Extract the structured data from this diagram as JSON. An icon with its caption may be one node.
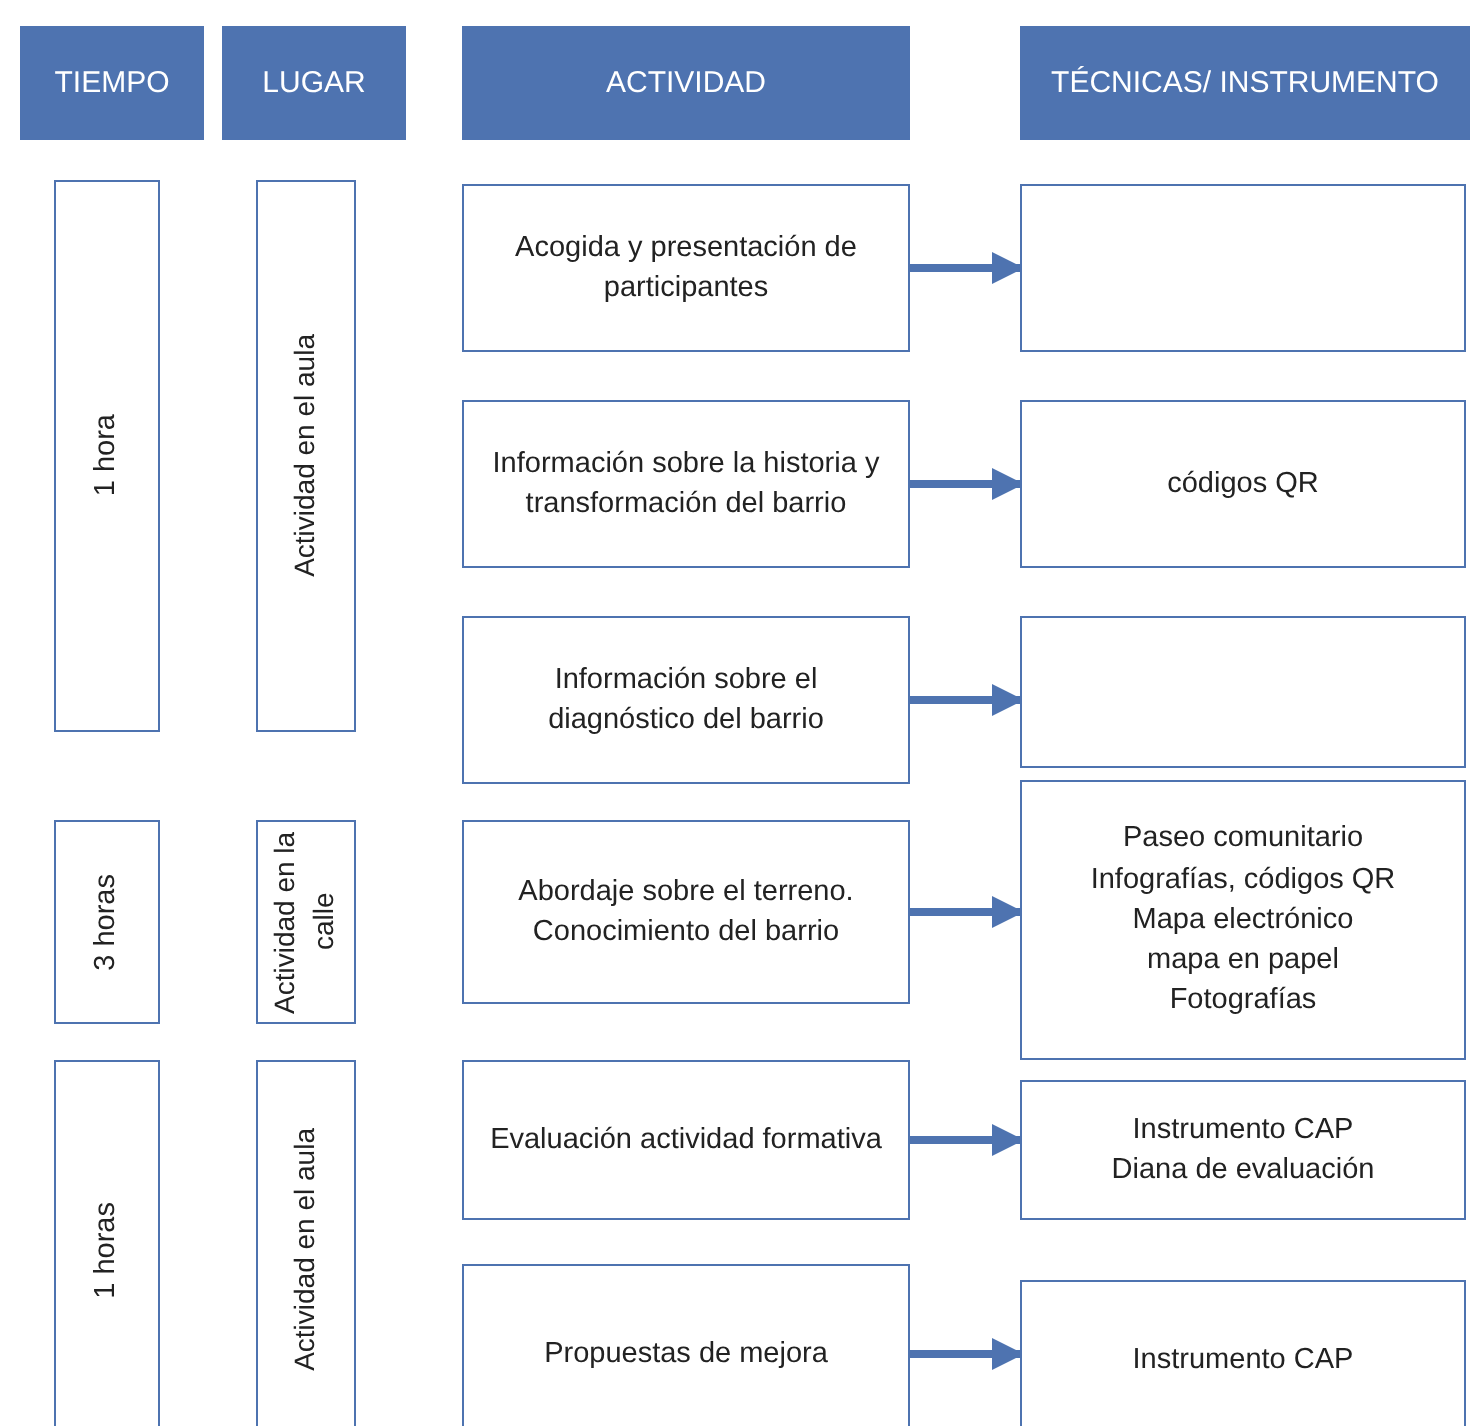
{
  "diagram": {
    "nodes": [
      {
        "text": [
          "TIEMPO"
        ]
      },
      {
        "text": [
          "LUGAR"
        ]
      },
      {
        "text": [
          "ACTIVIDAD"
        ]
      },
      {
        "text": [
          "TÉCNICAS/ INSTRUMENTO"
        ]
      },
      {
        "text": [
          "1 hora"
        ]
      },
      {
        "text": [
          "Actividad en el aula"
        ]
      },
      {
        "text": [
          "Acogida y presentación de participantes"
        ]
      },
      {
        "text": [],
        "shape": "box"
      },
      {
        "text": [
          "Información sobre la historia y transformación del barrio"
        ]
      },
      {
        "text": [
          "códigos QR"
        ]
      },
      {
        "text": [
          "Información sobre el diagnóstico del barrio"
        ]
      },
      {
        "text": [],
        "shape": "box"
      },
      {
        "text": [
          "3 horas"
        ]
      },
      {
        "text": [
          "Actividad en la calle"
        ]
      },
      {
        "text": [
          "Abordaje sobre el terreno. Conocimiento del barrio"
        ]
      },
      {
        "text": [
          "Paseo comunitario",
          "Infografías, códigos QR",
          "Mapa electrónico",
          "mapa en papel",
          "Fotografías"
        ]
      },
      {
        "text": [
          "1 horas"
        ]
      },
      {
        "text": [
          "Actividad en el aula"
        ]
      },
      {
        "text": [
          "Evaluación actividad formativa"
        ]
      },
      {
        "text": [
          "Instrumento CAP",
          "Diana de evaluación"
        ]
      },
      {
        "text": [
          "Propuestas de mejora"
        ]
      },
      {
        "text": [
          "Instrumento CAP"
        ]
      }
    ],
    "edges": [
      {
        "from": 6,
        "to": 7,
        "arrow": "to"
      },
      {
        "from": 8,
        "to": 9,
        "arrow": "to"
      },
      {
        "from": 10,
        "to": 11,
        "arrow": "to"
      },
      {
        "from": 14,
        "to": 15,
        "arrow": "to"
      },
      {
        "from": 18,
        "to": 19,
        "arrow": "to"
      },
      {
        "from": 20,
        "to": 21,
        "arrow": "to"
      }
    ]
  }
}
